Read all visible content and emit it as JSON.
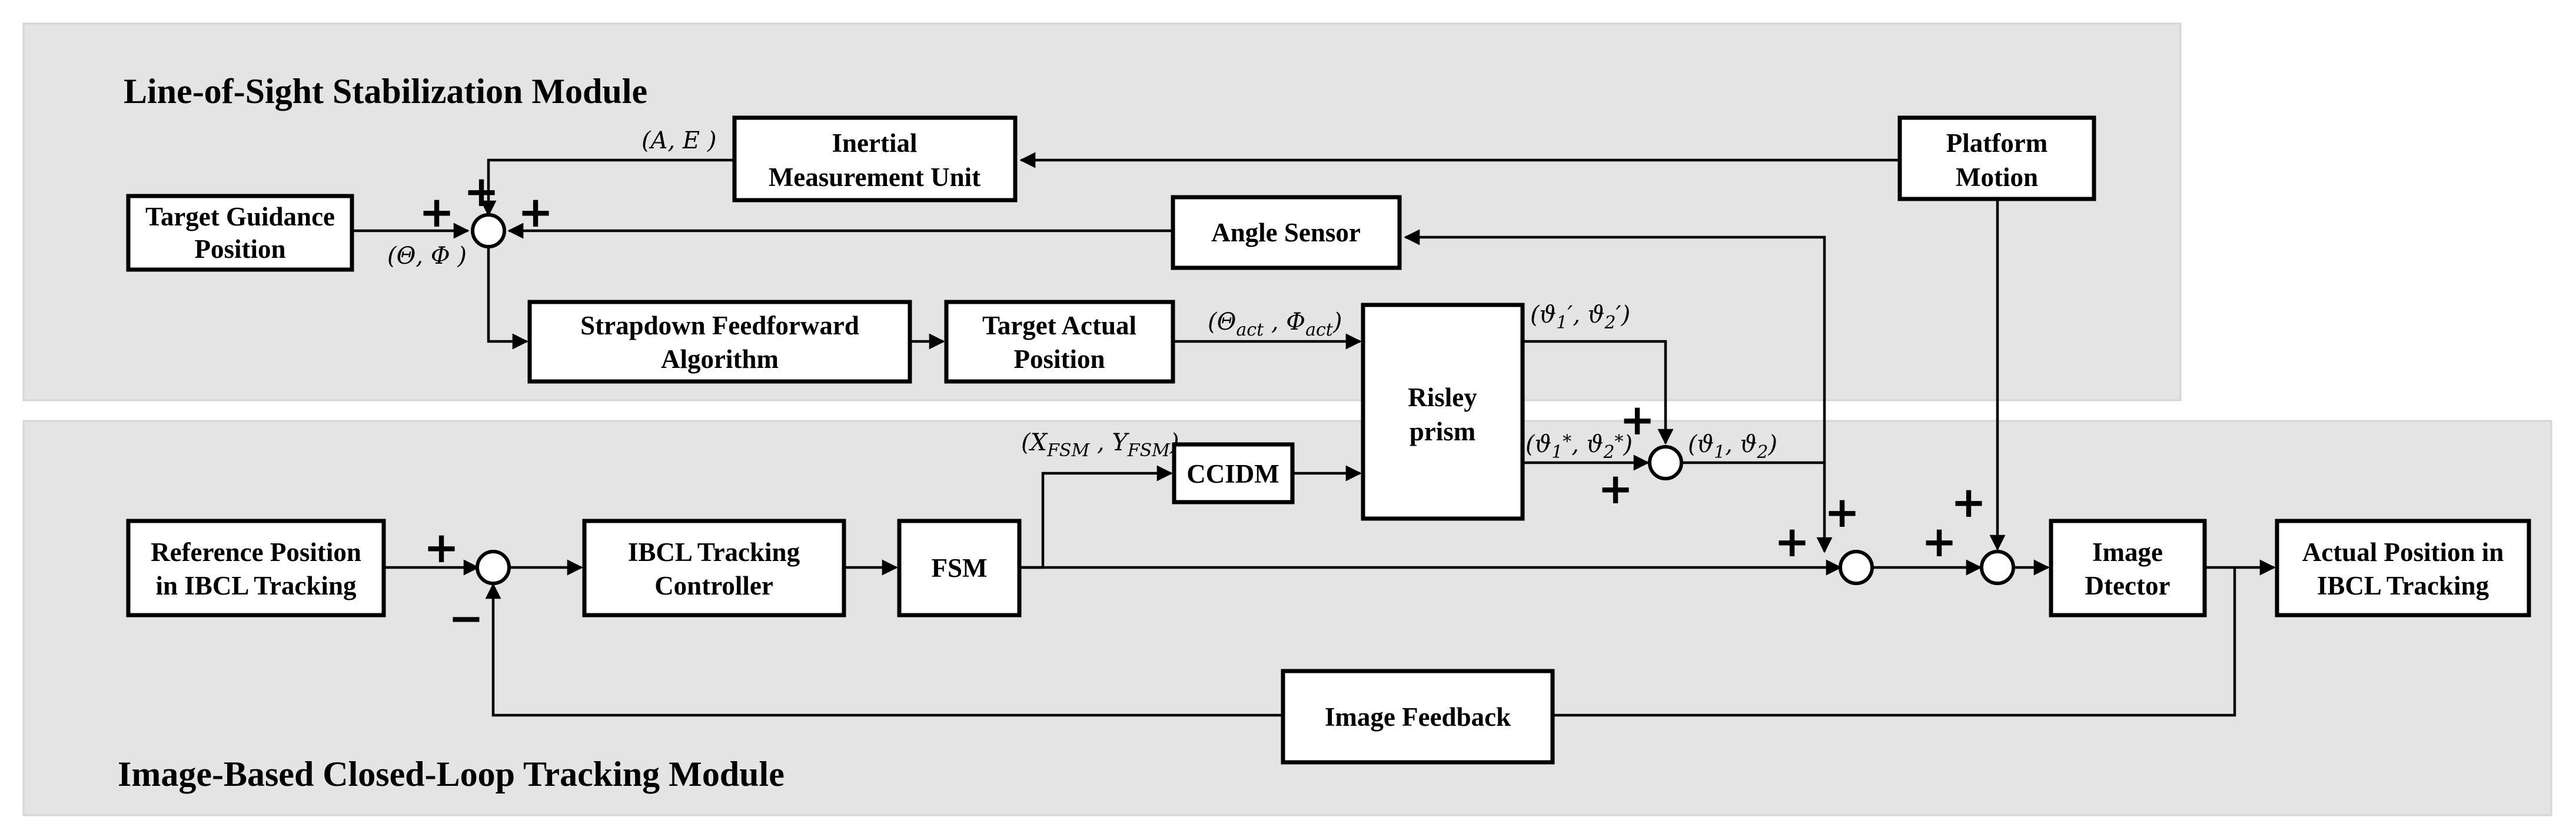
{
  "modules": {
    "los_title": "Line-of-Sight Stabilization Module",
    "ibcl_title": "Image-Based Closed-Loop Tracking Module"
  },
  "blocks": {
    "target_guidance": [
      "Target Guidance",
      "Position"
    ],
    "imu": [
      "Inertial",
      "Measurement Unit"
    ],
    "platform_motion": [
      "Platform",
      "Motion"
    ],
    "angle_sensor": [
      "Angle Sensor"
    ],
    "strapdown": [
      "Strapdown Feedforward",
      "Algorithm"
    ],
    "target_actual": [
      "Target Actual",
      "Position"
    ],
    "risley": [
      "Risley",
      "prism"
    ],
    "ccidm": [
      "CCIDM"
    ],
    "reference": [
      "Reference Position",
      "in IBCL Tracking"
    ],
    "ibcl_controller": [
      "IBCL Tracking",
      "Controller"
    ],
    "fsm": [
      "FSM"
    ],
    "image_detector": [
      "Image",
      "Dtector"
    ],
    "actual_position": [
      "Actual  Position in",
      "IBCL Tracking"
    ],
    "image_feedback": [
      "Image Feedback"
    ]
  },
  "signals": {
    "ae": "(A, E )",
    "theta_phi": "(Θ, Φ )",
    "theta_phi_act": "(Θact , Φact)",
    "xy_fsm": "(XFSM , YFSM)",
    "prime": "(ϑ1′, ϑ2′)",
    "star": "(ϑ1*, ϑ2*)",
    "final": "(ϑ1, ϑ2)"
  },
  "signs": {
    "plus": "+",
    "minus": "−"
  }
}
